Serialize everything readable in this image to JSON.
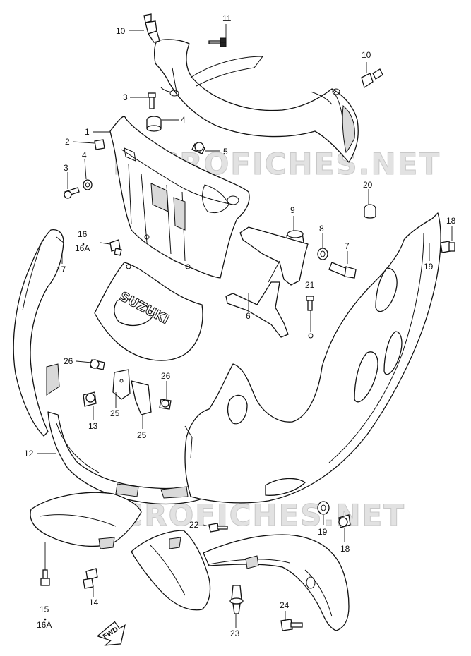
{
  "watermarks": [
    "MICROFICHES.NET",
    "MICROFICHES.NET"
  ],
  "brand_text": "SUZUKI",
  "direction_label": "FWD",
  "callouts": [
    {
      "id": "c10a",
      "label": "10"
    },
    {
      "id": "c11",
      "label": "11"
    },
    {
      "id": "c10b",
      "label": "10"
    },
    {
      "id": "c3a",
      "label": "3"
    },
    {
      "id": "c4a",
      "label": "4"
    },
    {
      "id": "c1",
      "label": "1"
    },
    {
      "id": "c2",
      "label": "2"
    },
    {
      "id": "c5",
      "label": "5"
    },
    {
      "id": "c3b",
      "label": "3"
    },
    {
      "id": "c4b",
      "label": "4"
    },
    {
      "id": "c20",
      "label": "20"
    },
    {
      "id": "c9",
      "label": "9"
    },
    {
      "id": "c8",
      "label": "8"
    },
    {
      "id": "c7",
      "label": "7"
    },
    {
      "id": "c18a",
      "label": "18"
    },
    {
      "id": "c19a",
      "label": "19"
    },
    {
      "id": "c16",
      "label": "16"
    },
    {
      "id": "c16a1",
      "label": "16A"
    },
    {
      "id": "c17",
      "label": "17"
    },
    {
      "id": "c21",
      "label": "21"
    },
    {
      "id": "c6",
      "label": "6"
    },
    {
      "id": "c26a",
      "label": "26"
    },
    {
      "id": "c26b",
      "label": "26"
    },
    {
      "id": "c25a",
      "label": "25"
    },
    {
      "id": "c25b",
      "label": "25"
    },
    {
      "id": "c13",
      "label": "13"
    },
    {
      "id": "c12",
      "label": "12"
    },
    {
      "id": "c22",
      "label": "22"
    },
    {
      "id": "c19b",
      "label": "19"
    },
    {
      "id": "c18b",
      "label": "18"
    },
    {
      "id": "c15",
      "label": "15"
    },
    {
      "id": "c16a2",
      "label": "16A"
    },
    {
      "id": "c14",
      "label": "14"
    },
    {
      "id": "c23",
      "label": "23"
    },
    {
      "id": "c24",
      "label": "24"
    }
  ]
}
